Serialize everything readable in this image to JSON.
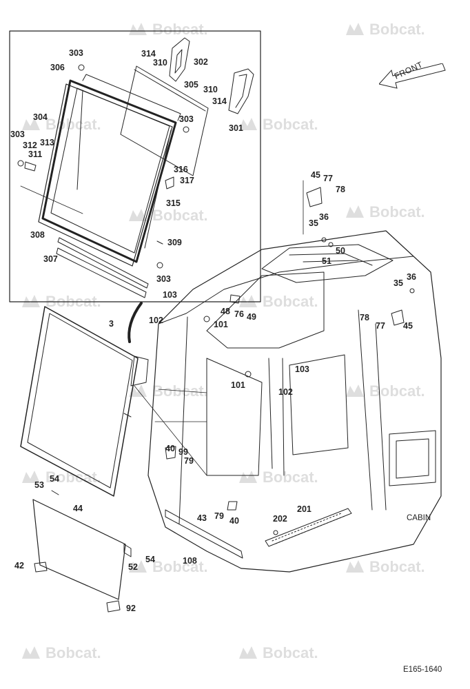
{
  "diagram": {
    "front_label": "FRONT",
    "cabin_label": "CABIN",
    "figure_id": "E165-1640",
    "watermark_text": "Bobcat."
  },
  "callouts": [
    {
      "text": "303"
    },
    {
      "text": "314"
    },
    {
      "text": "310"
    },
    {
      "text": "302"
    },
    {
      "text": "306"
    },
    {
      "text": "305"
    },
    {
      "text": "310"
    },
    {
      "text": "314"
    },
    {
      "text": "304"
    },
    {
      "text": "303"
    },
    {
      "text": "301"
    },
    {
      "text": "303"
    },
    {
      "text": "312"
    },
    {
      "text": "313"
    },
    {
      "text": "311"
    },
    {
      "text": "316"
    },
    {
      "text": "317"
    },
    {
      "text": "315"
    },
    {
      "text": "308"
    },
    {
      "text": "309"
    },
    {
      "text": "307"
    },
    {
      "text": "303"
    },
    {
      "text": "45"
    },
    {
      "text": "77"
    },
    {
      "text": "78"
    },
    {
      "text": "35"
    },
    {
      "text": "36"
    },
    {
      "text": "51"
    },
    {
      "text": "50"
    },
    {
      "text": "35"
    },
    {
      "text": "36"
    },
    {
      "text": "103"
    },
    {
      "text": "48"
    },
    {
      "text": "76"
    },
    {
      "text": "49"
    },
    {
      "text": "102"
    },
    {
      "text": "101"
    },
    {
      "text": "78"
    },
    {
      "text": "77"
    },
    {
      "text": "45"
    },
    {
      "text": "3"
    },
    {
      "text": "103"
    },
    {
      "text": "101"
    },
    {
      "text": "102"
    },
    {
      "text": "40"
    },
    {
      "text": "99"
    },
    {
      "text": "79"
    },
    {
      "text": "54"
    },
    {
      "text": "53"
    },
    {
      "text": "44"
    },
    {
      "text": "43"
    },
    {
      "text": "79"
    },
    {
      "text": "40"
    },
    {
      "text": "201"
    },
    {
      "text": "202"
    },
    {
      "text": "54"
    },
    {
      "text": "52"
    },
    {
      "text": "108"
    },
    {
      "text": "42"
    },
    {
      "text": "92"
    }
  ],
  "colors": {
    "line": "#222222",
    "watermark": "#d9d9d9",
    "background": "#ffffff"
  }
}
